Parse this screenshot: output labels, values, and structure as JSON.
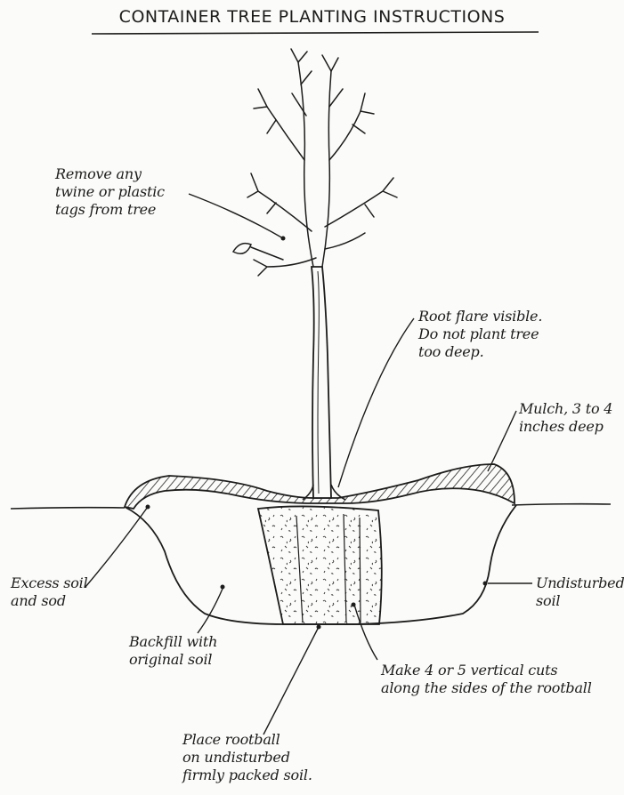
{
  "title": "CONTAINER TREE PLANTING INSTRUCTIONS",
  "labels": {
    "remove_tags": "Remove any\ntwine or plastic\ntags from tree",
    "root_flare": "Root flare visible.\nDo not plant tree\ntoo deep.",
    "mulch": "Mulch, 3 to 4\ninches deep",
    "excess_soil": "Excess soil\nand sod",
    "undisturbed_soil": "Undisturbed\nsoil",
    "backfill": "Backfill with\noriginal soil",
    "vertical_cuts": "Make 4 or 5 vertical cuts\nalong the sides of the rootball",
    "place_rootball": "Place rootball\non undisturbed\nfirmly packed soil."
  },
  "colors": {
    "ink": "#1c1c1c",
    "paper": "#fbfbf9"
  }
}
